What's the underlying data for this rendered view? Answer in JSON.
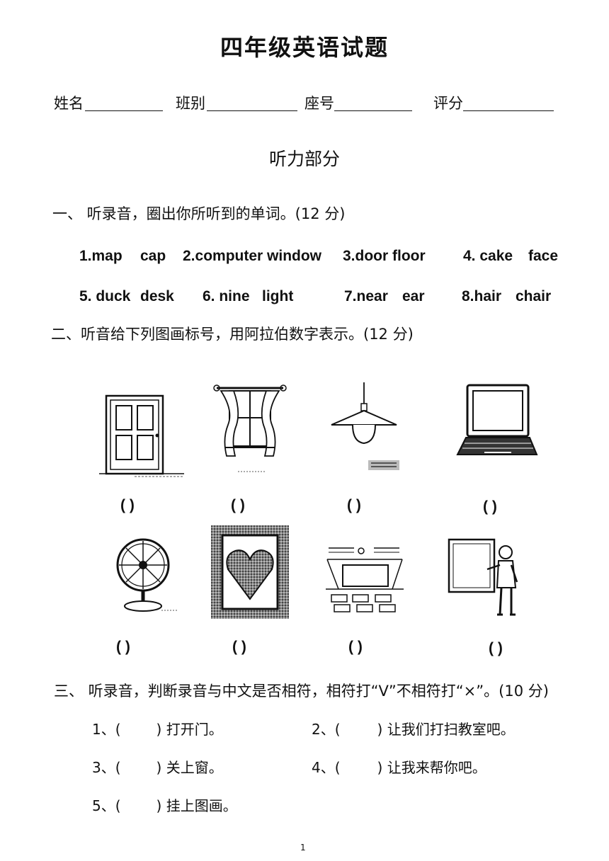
{
  "header": {
    "title": "四年级英语试题",
    "fields": [
      "姓名",
      "班别",
      "座号",
      "评分"
    ]
  },
  "listening_title": "听力部分",
  "section1": {
    "heading": "一、 听录音，圈出你所听到的单词。(12 分)",
    "row1": [
      "1.map",
      "cap",
      "2.computer window",
      "3.door floor",
      "4. cake",
      "face"
    ],
    "row2": [
      "5. duck",
      "desk",
      "6. nine",
      "light",
      "7.near",
      "ear",
      "8.hair",
      "chair"
    ]
  },
  "section2": {
    "heading": "二、听音给下列图画标号，用阿拉伯数字表示。(12 分)",
    "paren": "(      )",
    "pictures": [
      "door-picture",
      "window-picture",
      "lamp-picture",
      "computer-picture",
      "fan-picture",
      "framed-picture",
      "classroom-picture",
      "teacher-blackboard-picture"
    ]
  },
  "section3": {
    "heading": "三、 听录音，判断录音与中文是否相符，相符打“V”不相符打“×”。(10 分)",
    "items": [
      {
        "num": "1、(",
        "close": ")",
        "text": "打开门。"
      },
      {
        "num": "2、(",
        "close": ")",
        "text": "让我们打扫教室吧。"
      },
      {
        "num": "3、(",
        "close": ")",
        "text": "关上窗。"
      },
      {
        "num": "4、(",
        "close": ")",
        "text": "让我来帮你吧。"
      },
      {
        "num": "5、(",
        "close": ")",
        "text": "挂上图画。"
      }
    ]
  },
  "footer": {
    "page": "1"
  }
}
